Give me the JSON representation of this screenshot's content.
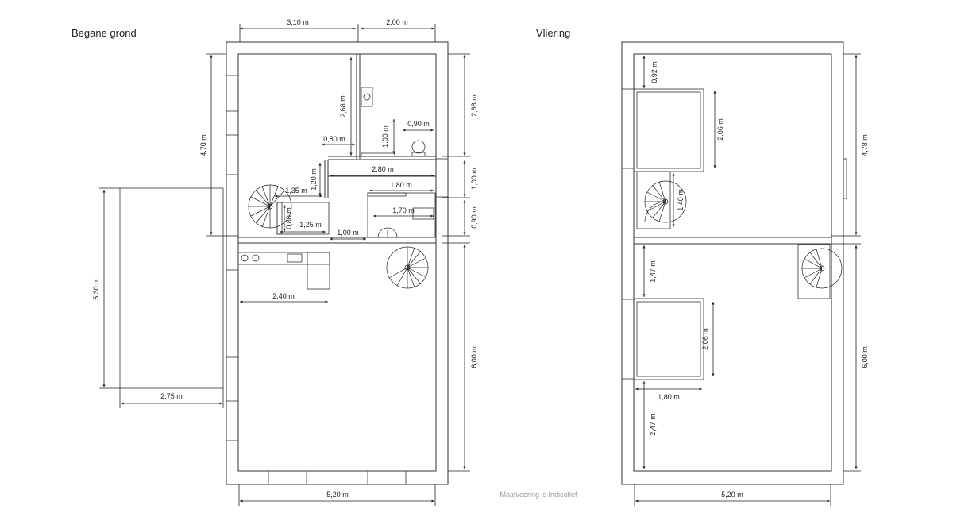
{
  "floors": {
    "ground": {
      "title": "Begane grond"
    },
    "attic": {
      "title": "Vliering"
    }
  },
  "note": "Maatvoering is Indicatief",
  "dims": {
    "g_top_left": "3,10 m",
    "g_top_right": "2,00 m",
    "g_left_478": "4,78 m",
    "g_268": "2,68 m",
    "g_right_268": "2,68 m",
    "g_080": "0,80 m",
    "g_100_toilet": "1,00 m",
    "g_090_toilet": "0,90 m",
    "g_280": "2,80 m",
    "g_right_100": "1,00 m",
    "g_120": "1,20 m",
    "g_135": "1,35 m",
    "g_180": "1,80 m",
    "g_170": "1,70 m",
    "g_080_v": "0,80 m",
    "g_125": "1,25 m",
    "g_right_090": "0,90 m",
    "g_100_h": "1,00 m",
    "g_240": "2,40 m",
    "g_530": "5,30 m",
    "g_275": "2,75 m",
    "g_right_600": "6,00 m",
    "g_bottom_520": "5,20 m",
    "a_092": "0,92 m",
    "a_206_top": "2,06 m",
    "a_478": "4,78 m",
    "a_140": "1,40 m",
    "a_147": "1,47 m",
    "a_206_bottom": "2,06 m",
    "a_180": "1,80 m",
    "a_247": "2,47 m",
    "a_600": "6,00 m",
    "a_bottom_520": "5,20 m"
  }
}
